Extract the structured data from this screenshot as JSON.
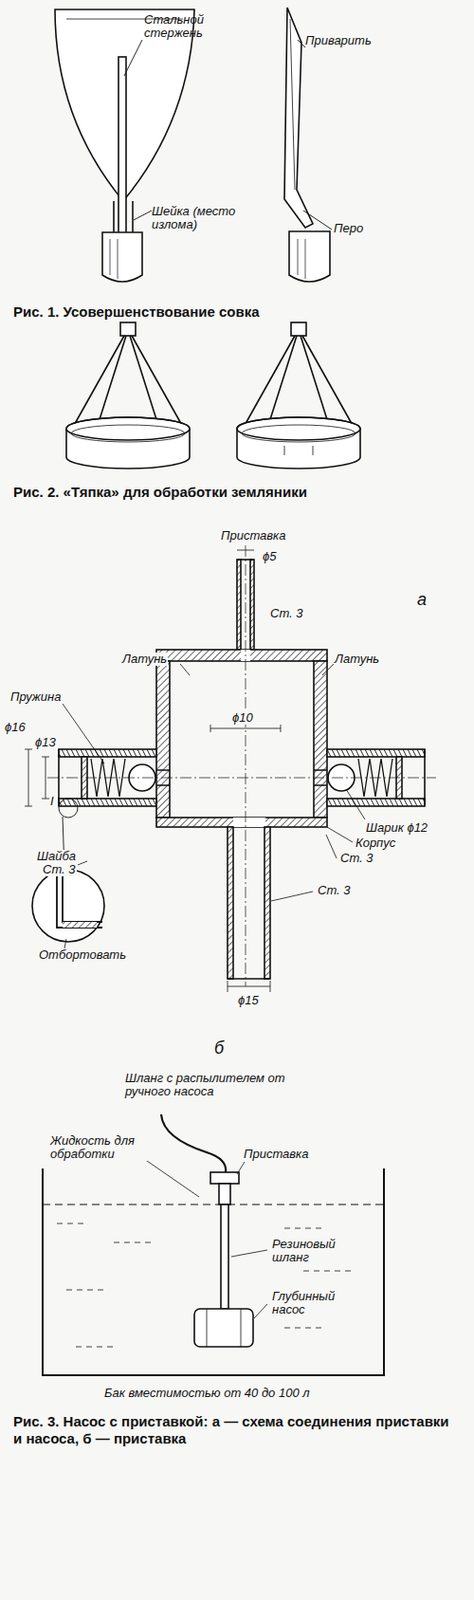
{
  "diagram": {
    "labels": [
      "Стальной стержень",
      "Приварить",
      "Шейка (место излома)",
      "Перо",
      "Рис. 1. Усовершенствование совка",
      "Рис. 2. «Тяпка» для обработки земляники",
      "Приставка",
      "ϕ5",
      "а",
      "Ст. 3",
      "Латунь",
      "Латунь",
      "Пружина",
      "ϕ10",
      "ϕ16",
      "ϕ13",
      "I",
      "Шарик ϕ12",
      "Корпус",
      "Ст. 3",
      "Шайба",
      "Ст. 3",
      "Отбортовать",
      "Ст. 3",
      "ϕ15",
      "б",
      "Шланг с распылителем от ручного насоса",
      "Жидкость для обработки",
      "Приставка",
      "Резиновый шланг",
      "Глубинный насос",
      "Бак вместимостью от 40 до 100 л",
      "Рис. 3. Насос с приставкой: а — схема соединения приставки и насоса, б — приставка"
    ]
  }
}
